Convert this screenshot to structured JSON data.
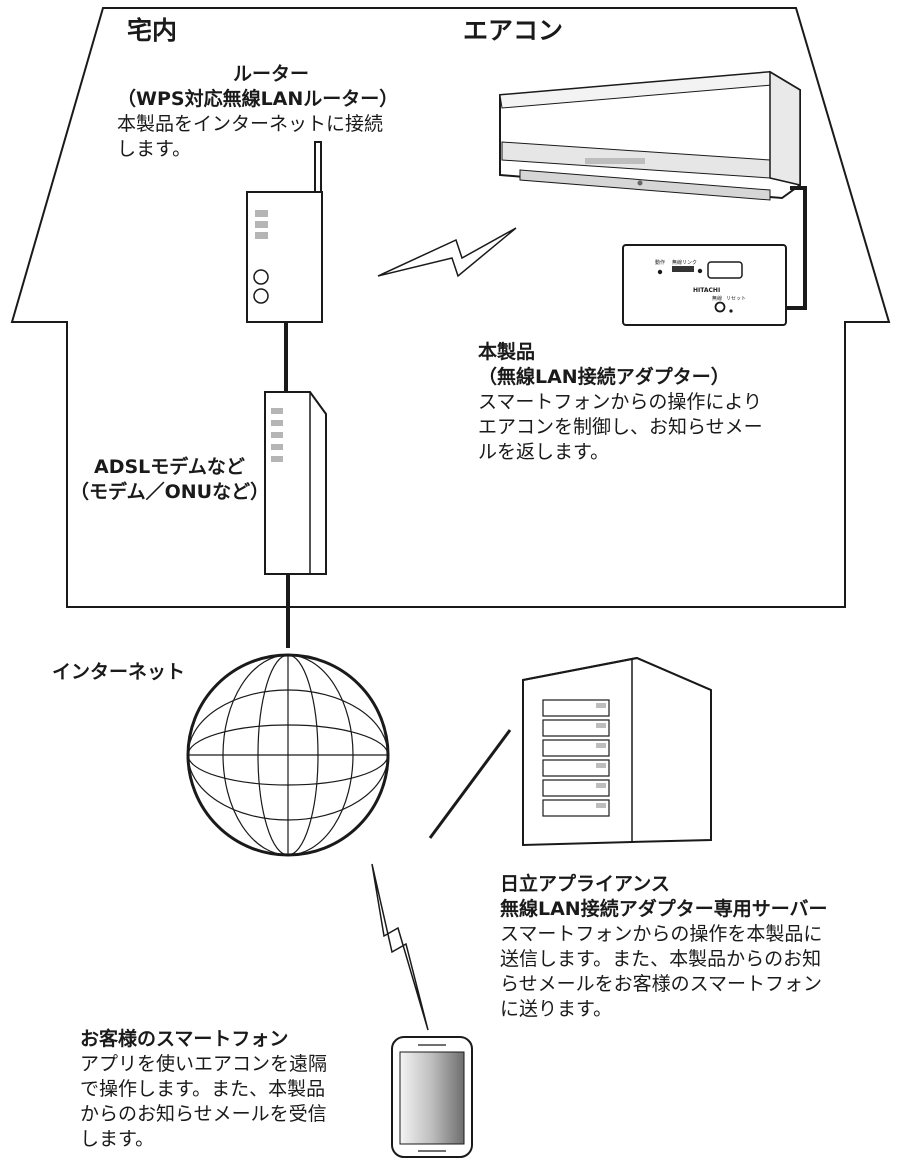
{
  "house": {
    "area_label": "宅内",
    "aircon_label": "エアコン"
  },
  "router": {
    "title": "ルーター",
    "subtitle": "（WPS対応無線LANルーター）",
    "desc": [
      "本製品をインターネットに接続",
      "します。"
    ]
  },
  "adapter": {
    "title": "本製品",
    "subtitle": "（無線LAN接続アダプター）",
    "desc": [
      "スマートフォンからの操作により",
      "エアコンを制御し、お知らせメー",
      "ルを返します。"
    ],
    "panel_text": [
      "動作",
      "無線リンク",
      "HITACHI",
      "無線",
      "リセット"
    ]
  },
  "modem": {
    "title": "ADSLモデムなど",
    "subtitle": "（モデム／ONUなど）"
  },
  "internet": {
    "label": "インターネット"
  },
  "server": {
    "title": "日立アプライアンス",
    "subtitle": "無線LAN接続アダプター専用サーバー",
    "desc": [
      "スマートフォンからの操作を本製品に",
      "送信します。また、本製品からのお知",
      "らせメールをお客様のスマートフォン",
      "に送ります。"
    ]
  },
  "smartphone": {
    "title": "お客様のスマートフォン",
    "desc": [
      "アプリを使いエアコンを遠隔",
      "で操作します。また、本製品",
      "からのお知らせメールを受信",
      "します。"
    ]
  }
}
